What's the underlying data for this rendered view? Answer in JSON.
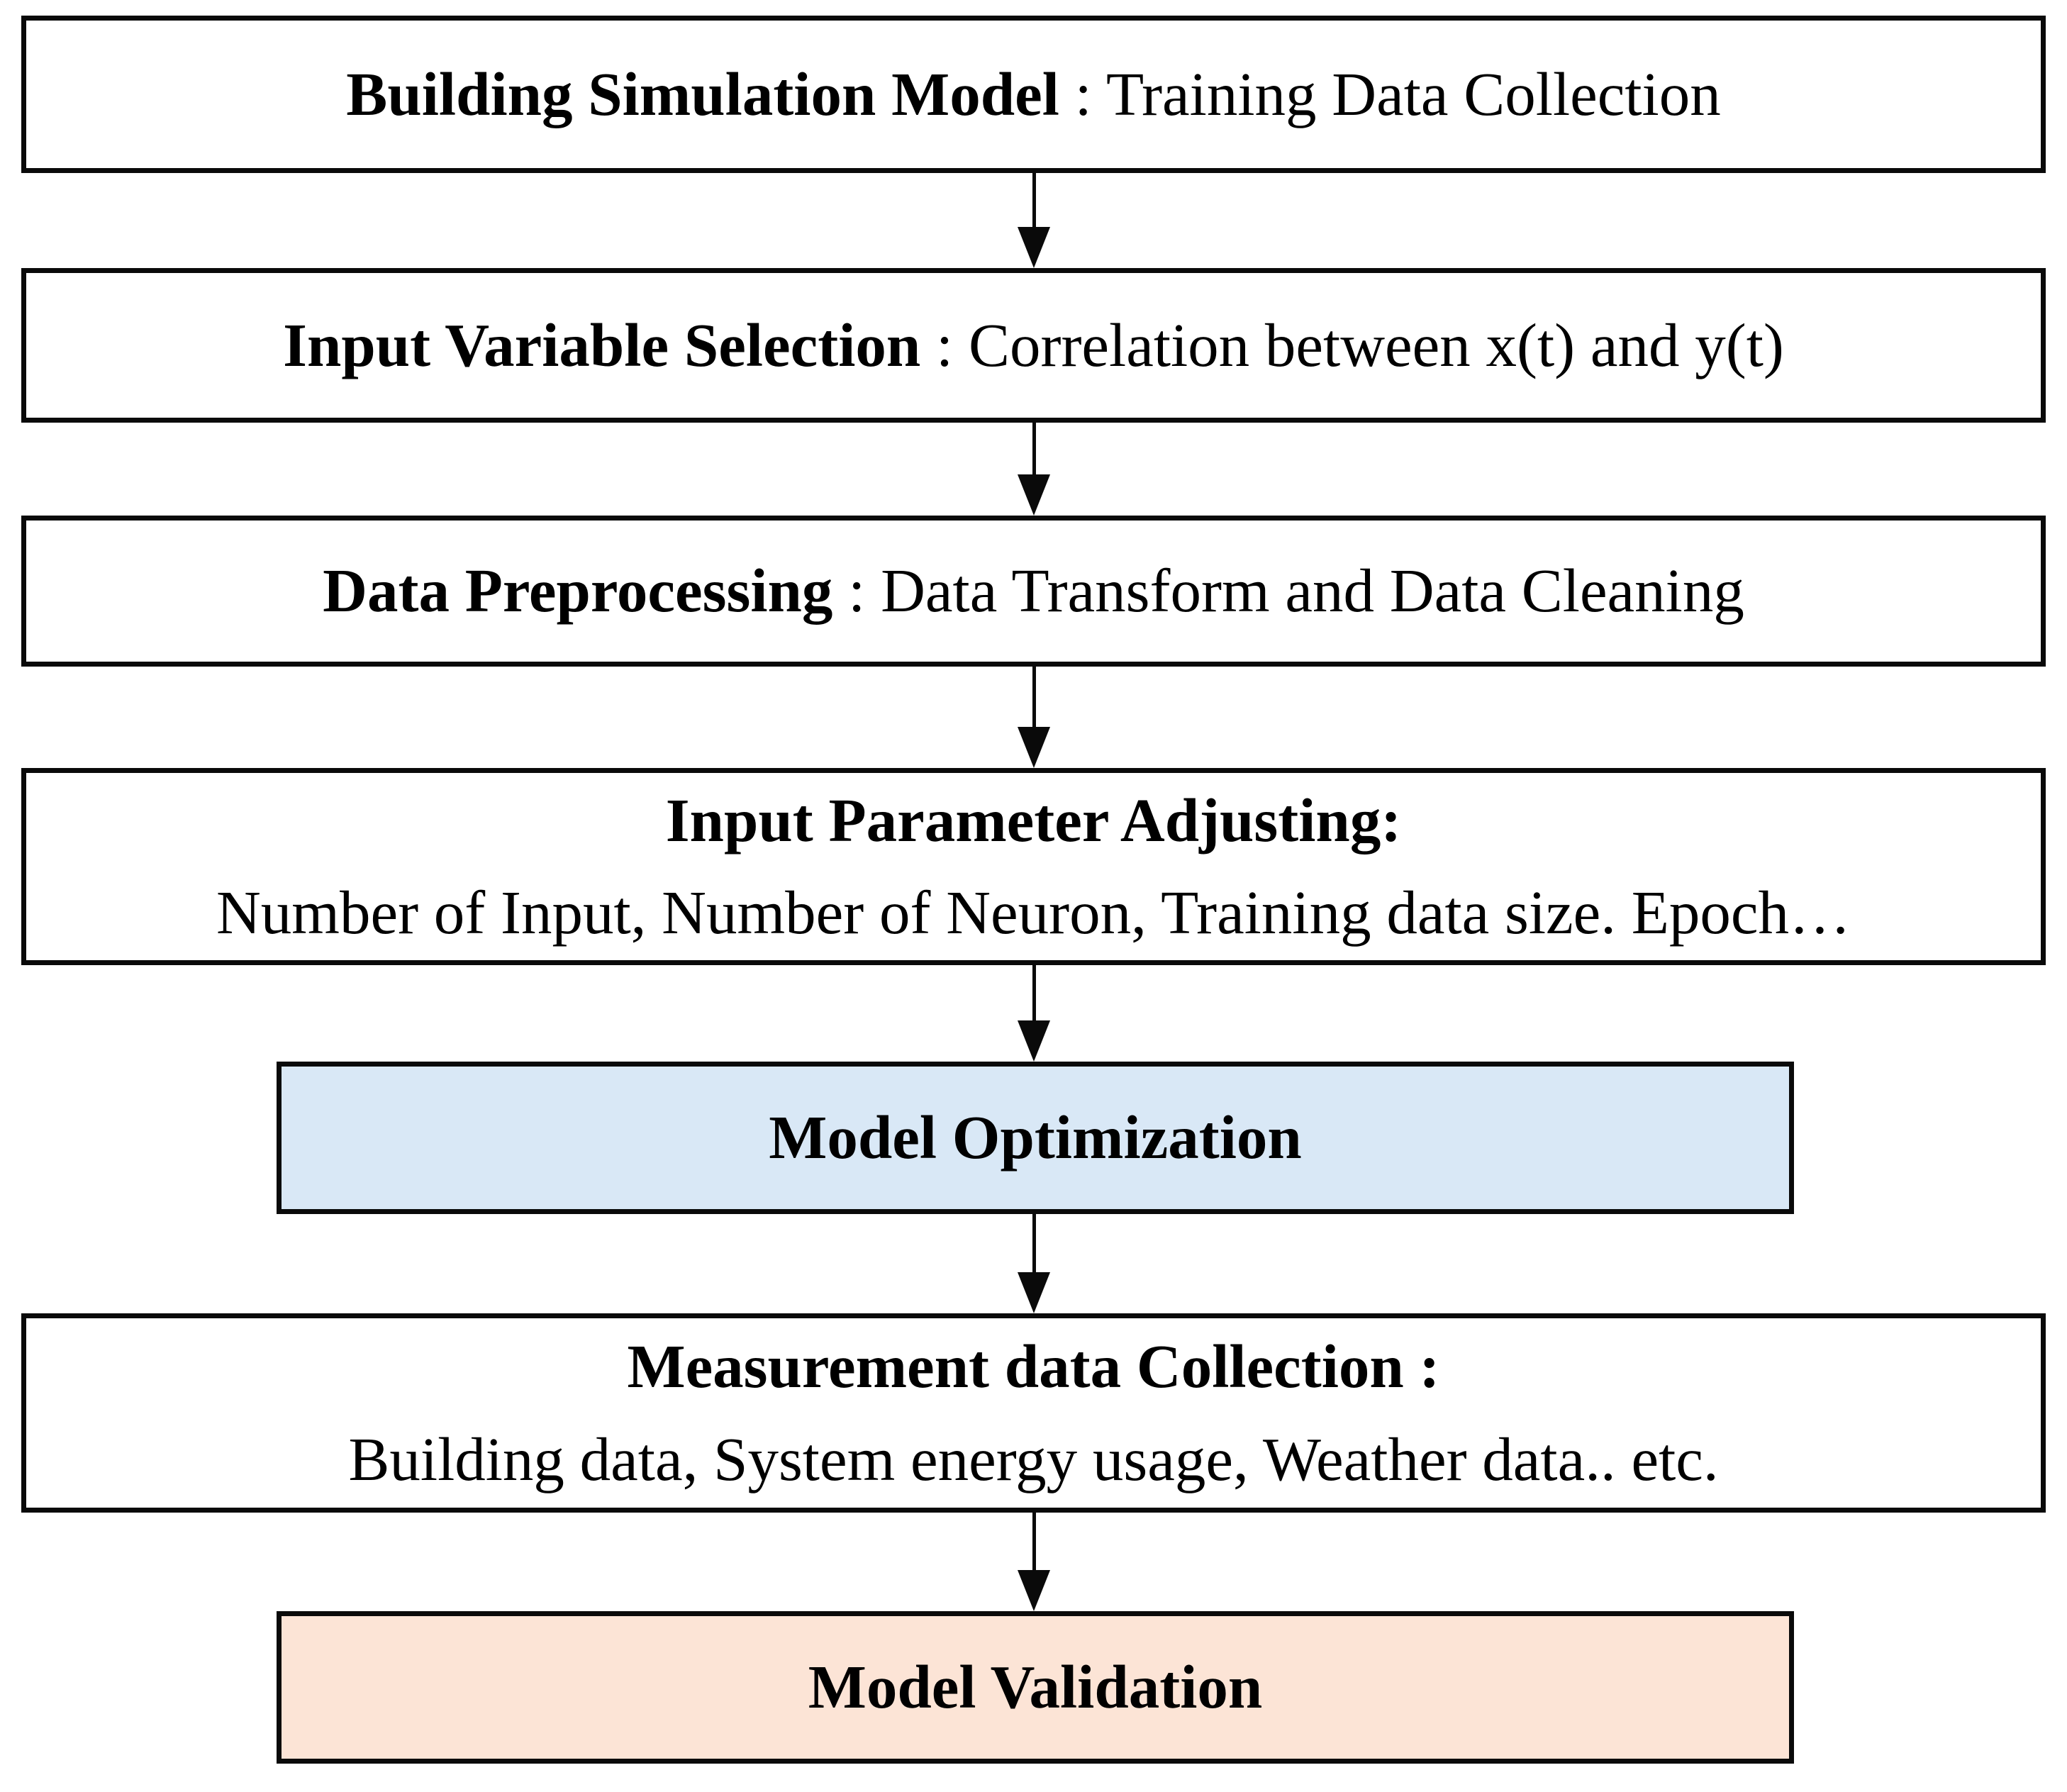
{
  "flowchart": {
    "steps": [
      {
        "title": "Building Simulation Model",
        "detail": " : Training Data Collection",
        "layout": "single-line",
        "fill": "#FFFFFF"
      },
      {
        "title": "Input Variable Selection",
        "detail": " : Correlation between x(t) and y(t)",
        "layout": "single-line",
        "fill": "#FFFFFF"
      },
      {
        "title": "Data Preprocessing",
        "detail": " : Data Transform and Data Cleaning",
        "layout": "single-line",
        "fill": "#FFFFFF"
      },
      {
        "title": "Input Parameter Adjusting:",
        "detail": "Number of Input, Number of Neuron, Training data size. Epoch…",
        "layout": "two-line",
        "fill": "#FFFFFF"
      },
      {
        "title": "Model Optimization",
        "detail": "",
        "layout": "single-line",
        "fill": "#D9E8F6"
      },
      {
        "title": "Measurement data Collection :",
        "detail": "Building data, System energy usage, Weather data.. etc.",
        "layout": "two-line",
        "fill": "#FFFFFF"
      },
      {
        "title": "Model Validation",
        "detail": "",
        "layout": "single-line",
        "fill": "#FCE4D6"
      }
    ],
    "colors": {
      "border": "#0A0A0A",
      "text": "#000000",
      "optimization_fill": "#D9E8F6",
      "validation_fill": "#FCE4D6"
    },
    "connector_count": 6
  }
}
